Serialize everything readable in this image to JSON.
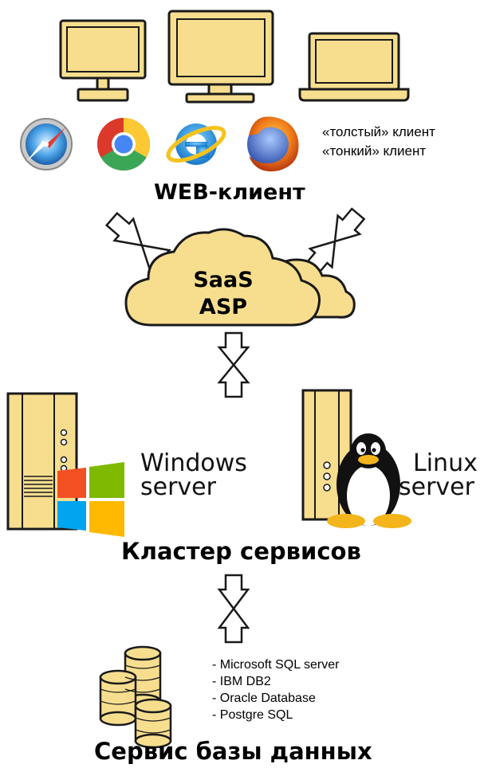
{
  "clients": {
    "thick_label": "«толстый» клиент",
    "thin_label": "«тонкий» клиент",
    "title": "WEB-клиент"
  },
  "cloud": {
    "line1": "SaaS",
    "line2": "ASP"
  },
  "servers": {
    "windows": {
      "line1": "Windows",
      "line2": "server"
    },
    "linux": {
      "line1": "Linux",
      "line2": "server"
    },
    "title": "Кластер сервисов"
  },
  "database": {
    "items": [
      "- Microsoft SQL server",
      "- IBM DB2",
      "- Oracle Database",
      "- Postgre SQL"
    ],
    "title": "Сервис базы данных"
  },
  "colors": {
    "device_fill": "#f7de8f",
    "outline": "#1a1a1a",
    "windows_red": "#f25022",
    "windows_green": "#7fba00",
    "windows_blue": "#00a4ef",
    "windows_yellow": "#ffb900"
  }
}
